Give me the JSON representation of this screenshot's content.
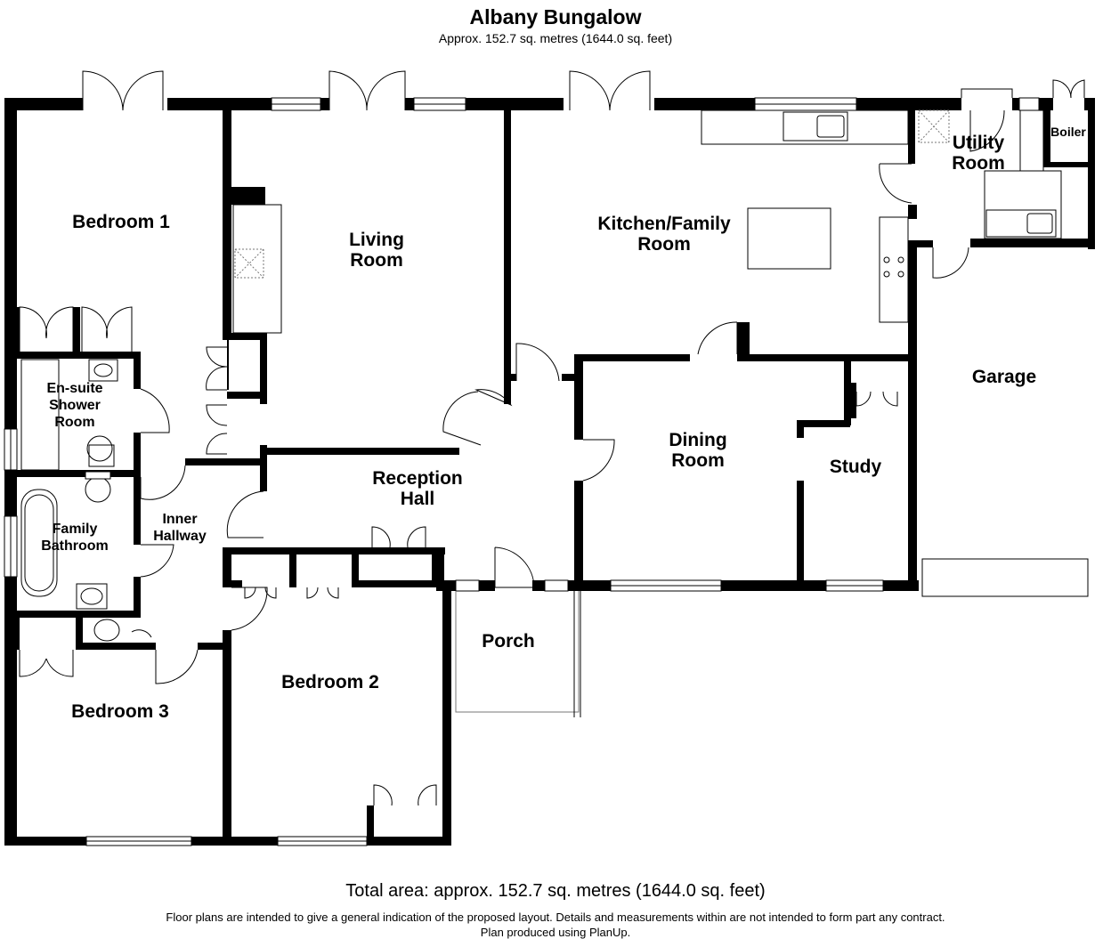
{
  "title": "Albany Bungalow",
  "subtitle": "Approx. 152.7 sq. metres (1644.0 sq. feet)",
  "footer": {
    "total": "Total area: approx. 152.7 sq. metres (1644.0 sq. feet)",
    "disclaimer": "Floor plans are intended to give a general indication of the proposed layout. Details and measurements within are not intended to form part any contract.",
    "credit": "Plan produced using PlanUp."
  },
  "rooms": {
    "bedroom1": [
      "Bedroom 1"
    ],
    "living": [
      "Living",
      "Room"
    ],
    "kitchen": [
      "Kitchen/Family",
      "Room"
    ],
    "utility": [
      "Utility",
      "Room"
    ],
    "boiler": [
      "Boiler"
    ],
    "ensuite": [
      "En-suite",
      "Shower",
      "Room"
    ],
    "garage": [
      "Garage"
    ],
    "dining": [
      "Dining",
      "Room"
    ],
    "study": [
      "Study"
    ],
    "reception": [
      "Reception",
      "Hall"
    ],
    "inner": [
      "Inner",
      "Hallway"
    ],
    "family": [
      "Family",
      "Bathroom"
    ],
    "porch": [
      "Porch"
    ],
    "bedroom2": [
      "Bedroom 2"
    ],
    "bedroom3": [
      "Bedroom 3"
    ]
  }
}
